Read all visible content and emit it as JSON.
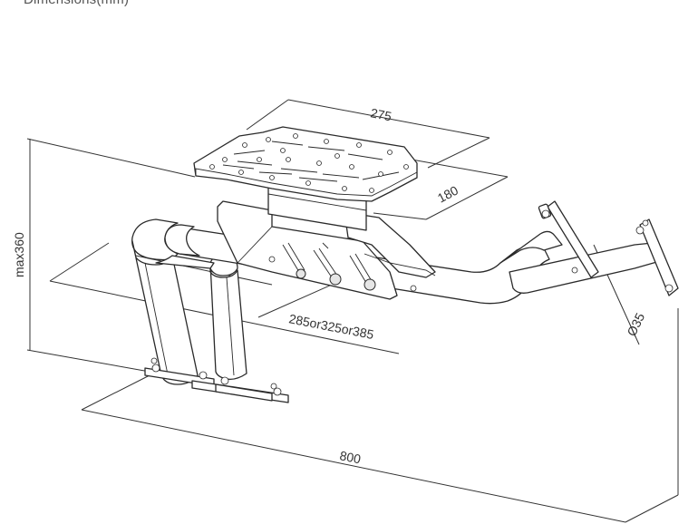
{
  "header": {
    "title": "Dimensions(mm)"
  },
  "dimensions": {
    "plate_width": "275",
    "plate_depth": "180",
    "max_height": "max360",
    "reach": "285or325or385",
    "total_width": "800",
    "tube_diameter": "Ø35"
  }
}
